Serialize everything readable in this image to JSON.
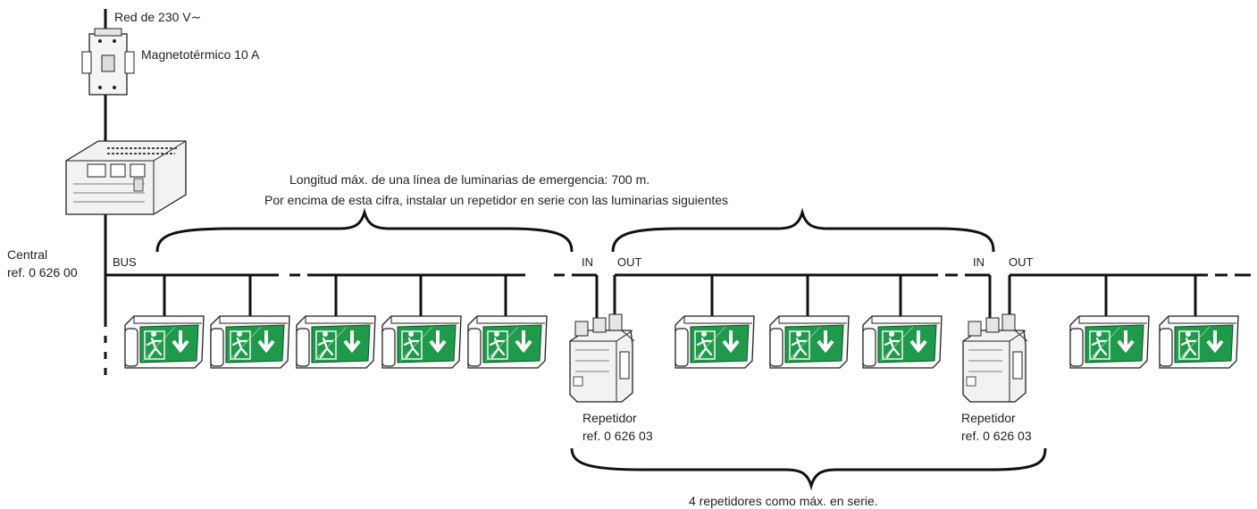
{
  "labels": {
    "mains": "Red de 230 V∼",
    "breaker": "Magnetotérmico 10 A",
    "central_line1": "Central",
    "central_line2": "ref. 0 626 00",
    "bus": "BUS",
    "note_line1": "Longitud máx. de una línea de luminarias de emergencia: 700 m.",
    "note_line2": "Por encima de esta cifra, instalar un repetidor en serie con las luminarias siguientes",
    "in_label": "IN",
    "out_label": "OUT",
    "repeater_line1": "Repetidor",
    "repeater_line2": "ref. 0 626 03",
    "bottom_note": "4 repetidores como máx. en serie."
  },
  "colors": {
    "line": "#111111",
    "sign_green": "#1f9a4a",
    "device_fill": "#f2f2f2",
    "device_stroke": "#222222"
  },
  "segments": [
    {
      "name": "bus-segment-1",
      "luminaires": 5
    },
    {
      "name": "repeater-segment-2",
      "luminaires": 3
    },
    {
      "name": "repeater-segment-3",
      "luminaires": 2
    }
  ],
  "repeaters": 2
}
